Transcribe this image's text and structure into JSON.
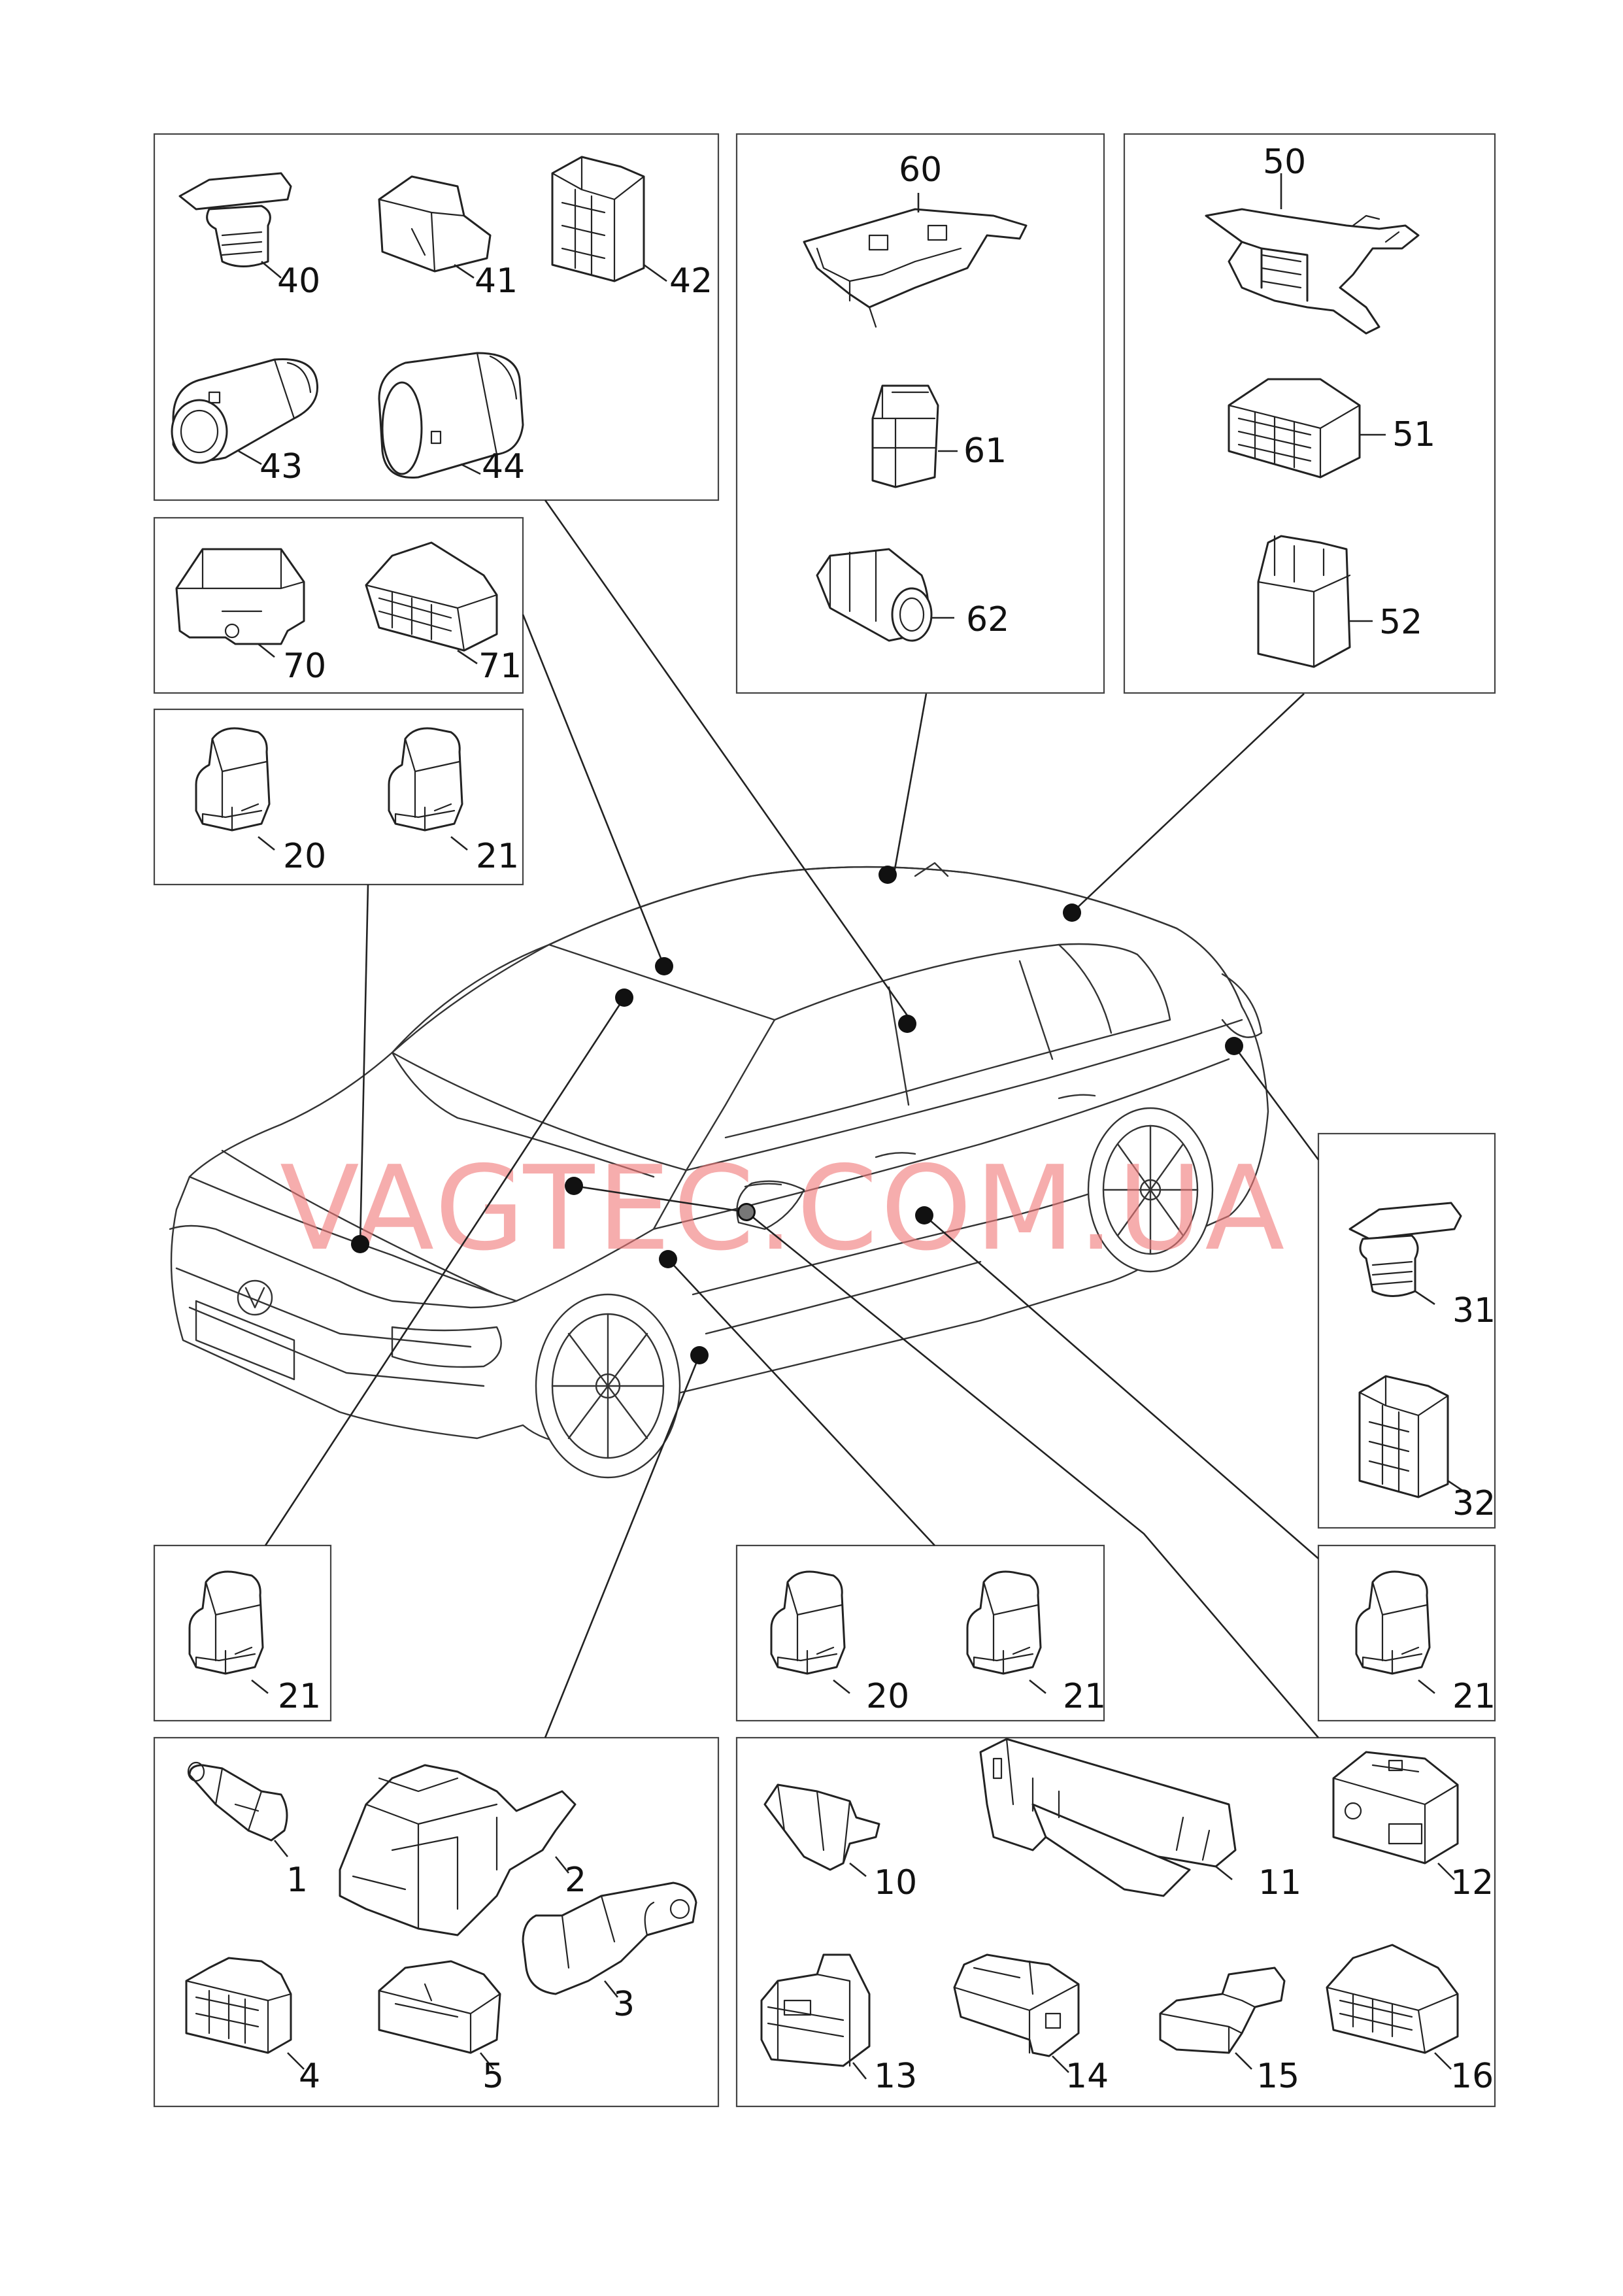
{
  "watermark": "VAGTEC.COM.UA",
  "parts": {
    "p1": "1",
    "p2": "2",
    "p3": "3",
    "p4": "4",
    "p5": "5",
    "p10": "10",
    "p11": "11",
    "p12": "12",
    "p13": "13",
    "p14": "14",
    "p15": "15",
    "p16": "16",
    "p20": "20",
    "p21": "21",
    "p31": "31",
    "p32": "32",
    "p40": "40",
    "p41": "41",
    "p42": "42",
    "p43": "43",
    "p44": "44",
    "p50": "50",
    "p51": "51",
    "p52": "52",
    "p60": "60",
    "p61": "61",
    "p62": "62",
    "p70": "70",
    "p71": "71"
  },
  "colors": {
    "watermark": "#f07a7a",
    "lines": "#222222"
  }
}
